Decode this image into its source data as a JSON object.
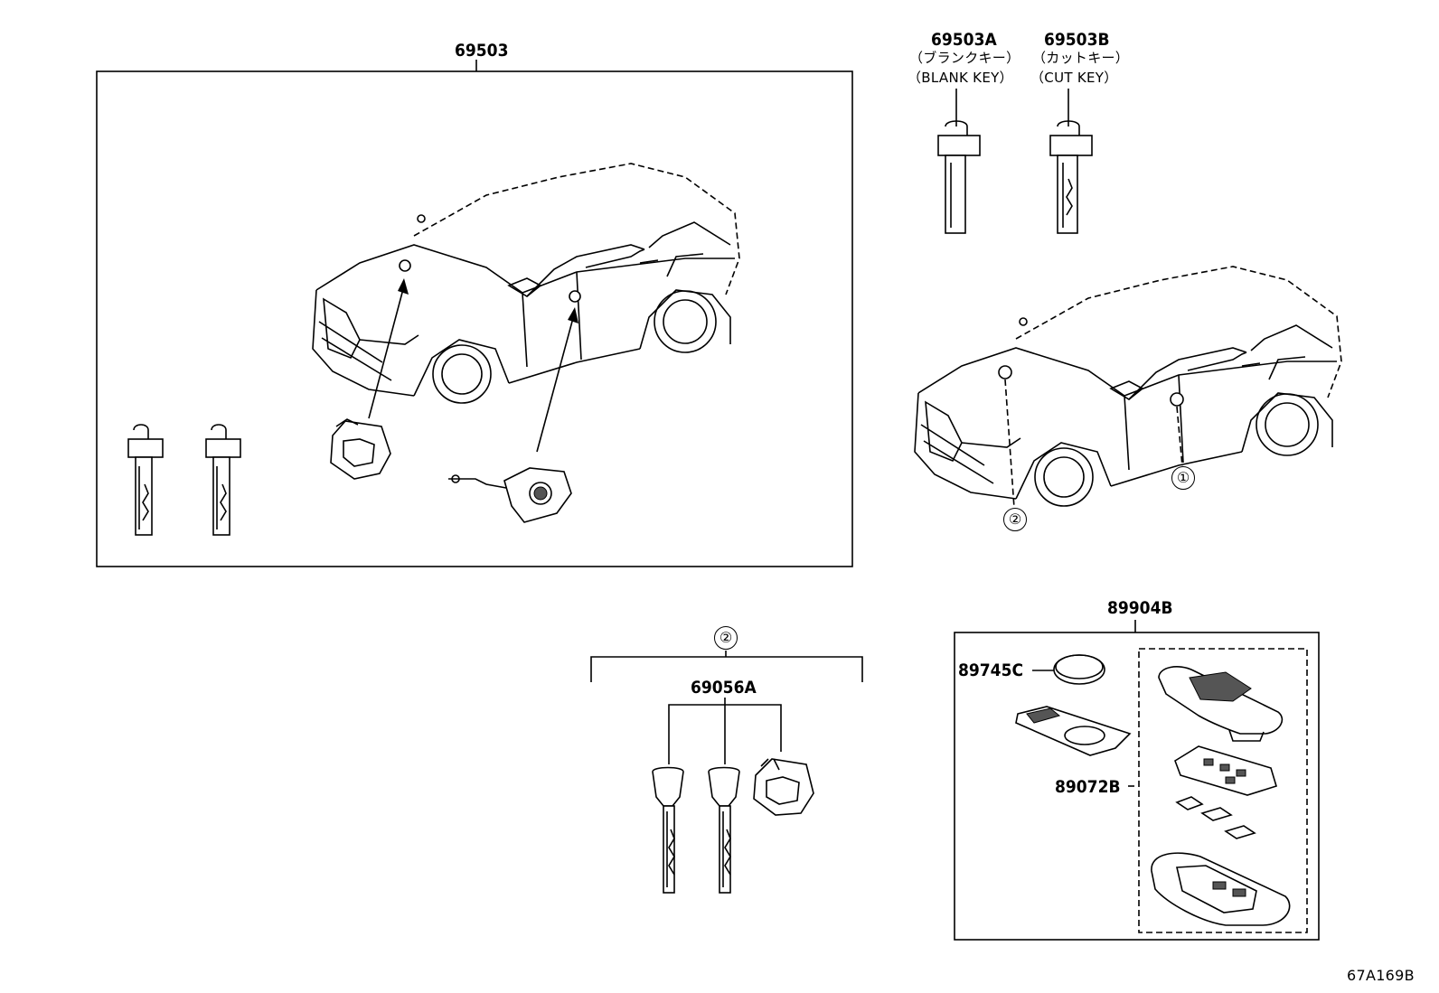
{
  "parts": {
    "assembly_main": "69503",
    "blank_key_part": "69503A",
    "blank_key_jp": "（ブランクキー）",
    "blank_key_en": "（BLANK KEY）",
    "cut_key_part": "69503B",
    "cut_key_jp": "（カットキー）",
    "cut_key_en": "（CUT KEY）",
    "key_set_ref": "②",
    "key_set_part": "69056A",
    "remote_assembly": "89904B",
    "battery": "89745C",
    "remote_case": "89072B"
  },
  "callouts": {
    "door_lock": "①",
    "ignition": "②"
  },
  "figure_code": "67A169B",
  "icons": {
    "vehicle": "suv-outline-icon",
    "key": "key-blade-icon",
    "lock_cylinder": "lock-cylinder-icon",
    "remote": "smart-key-fob-icon",
    "battery": "coin-battery-icon"
  }
}
